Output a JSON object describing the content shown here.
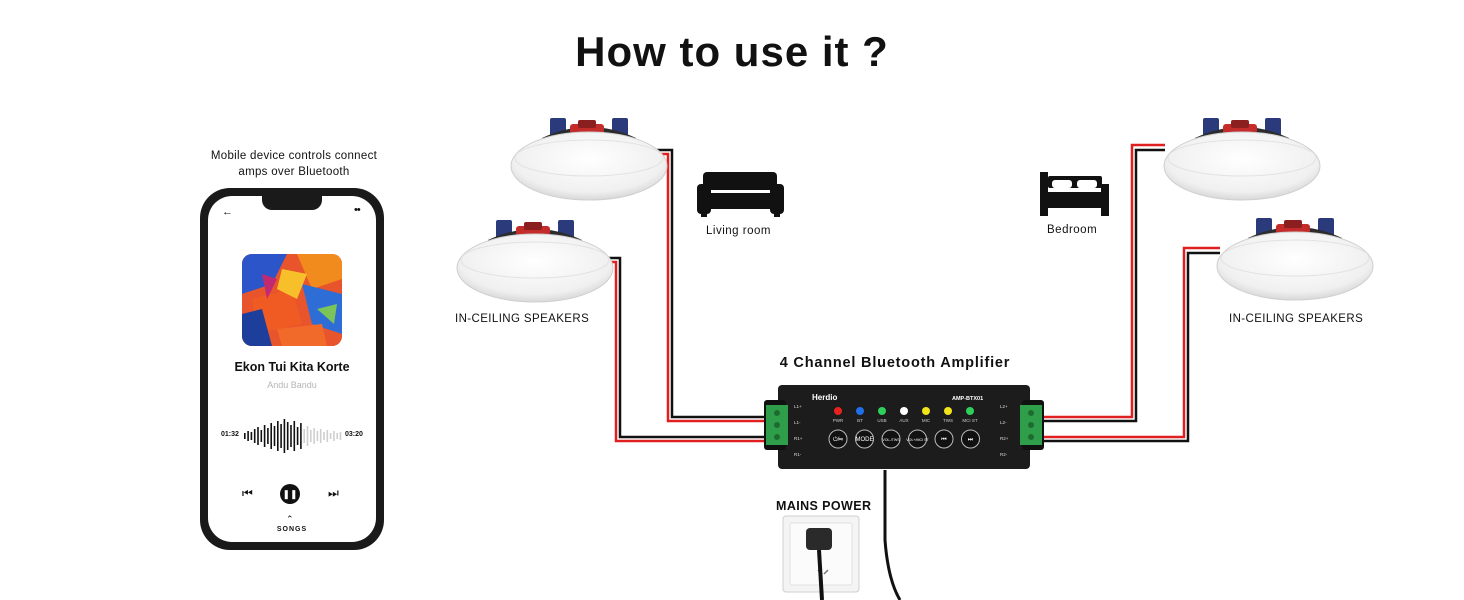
{
  "title": "How to use it ?",
  "phone": {
    "caption_line1": "Mobile device controls connect",
    "caption_line2": "amps over Bluetooth",
    "song_title": "Ekon Tui Kita Korte",
    "artist": "Andu Bandu",
    "time_elapsed": "01:32",
    "time_total": "03:20",
    "songs_label": "SONGS"
  },
  "rooms": {
    "living_room": "Living room",
    "bedroom": "Bedroom"
  },
  "speakers": {
    "left_label": "IN-CEILING SPEAKERS",
    "right_label": "IN-CEILING SPEAKERS"
  },
  "amplifier": {
    "title": "4 Channel Bluetooth Amplifier",
    "brand": "Herdio",
    "model": "AMP-BTX01",
    "left_terminals": [
      "L1+",
      "L1-",
      "R1+",
      "R1-"
    ],
    "right_terminals": [
      "L2+",
      "L2-",
      "R2+",
      "R2-"
    ],
    "leds": [
      {
        "label": "PWR",
        "color": "#e8231f"
      },
      {
        "label": "BT",
        "color": "#1f6fe8"
      },
      {
        "label": "USB",
        "color": "#2fd05a"
      },
      {
        "label": "AUX",
        "color": "#ffffff"
      },
      {
        "label": "MIC",
        "color": "#f2e41c"
      },
      {
        "label": "TWS",
        "color": "#f2e41c"
      },
      {
        "label": "MCI ST",
        "color": "#2fd05a"
      }
    ],
    "buttons": [
      "⏻/⏯",
      "MODE",
      "VOL-/TWS",
      "VOL+/MCI ST",
      "⏮",
      "⏭"
    ]
  },
  "mains_label": "MAINS POWER",
  "colors": {
    "wire_red": "#e02020",
    "wire_black": "#111111",
    "terminal_green": "#2f9e4a",
    "amp_body": "#1c1c1c"
  }
}
